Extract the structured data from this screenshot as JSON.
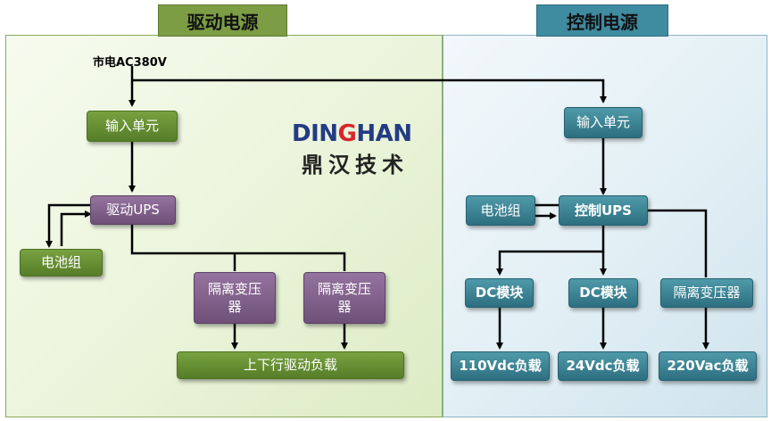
{
  "titles": {
    "left": "驱动电源",
    "right": "控制电源"
  },
  "mains_label": "市电AC380V",
  "logo": {
    "en_pre": "DIN",
    "en_g": "G",
    "en_post": "HAN",
    "cn": "鼎汉技术"
  },
  "left_nodes": {
    "input": "输入单元",
    "ups": "驱动UPS",
    "battery": "电池组",
    "transformer1": "隔离变压器",
    "transformer2": "隔离变压器",
    "load": "上下行驱动负载"
  },
  "right_nodes": {
    "input": "输入单元",
    "ups": "控制UPS",
    "battery": "电池组",
    "dc1": "DC模块",
    "dc2": "DC模块",
    "transformer": "隔离变压器",
    "load1": "110Vdc负载",
    "load2": "24Vdc负载",
    "load3": "220Vac负载"
  },
  "colors": {
    "green": "#6a9336",
    "purple": "#85668f",
    "teal": "#3d8798",
    "wire": "#000000"
  }
}
